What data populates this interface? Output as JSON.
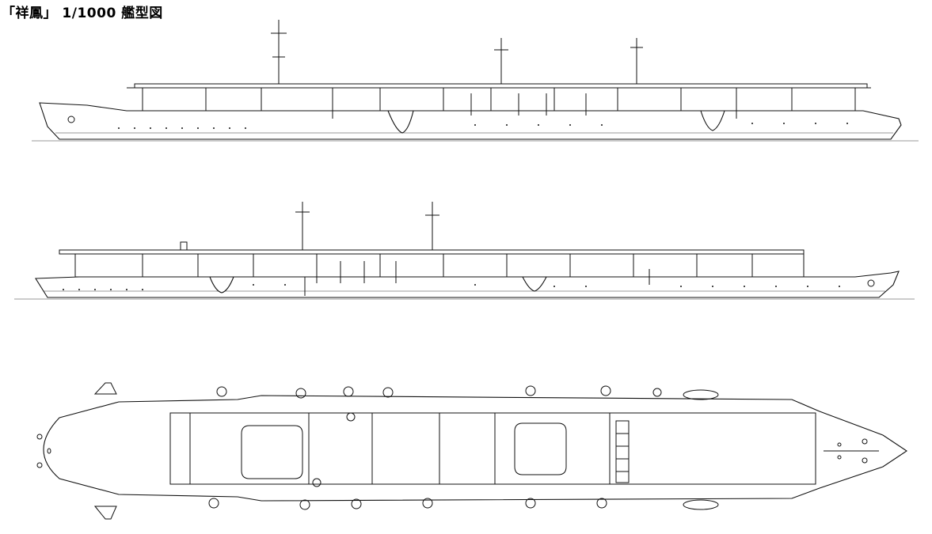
{
  "title": "「祥鳳」 1/1000 艦型図",
  "colors": {
    "ink": "#111111",
    "paper": "#ffffff"
  },
  "views": [
    {
      "id": "starboard-profile"
    },
    {
      "id": "port-profile"
    },
    {
      "id": "plan-view"
    }
  ]
}
